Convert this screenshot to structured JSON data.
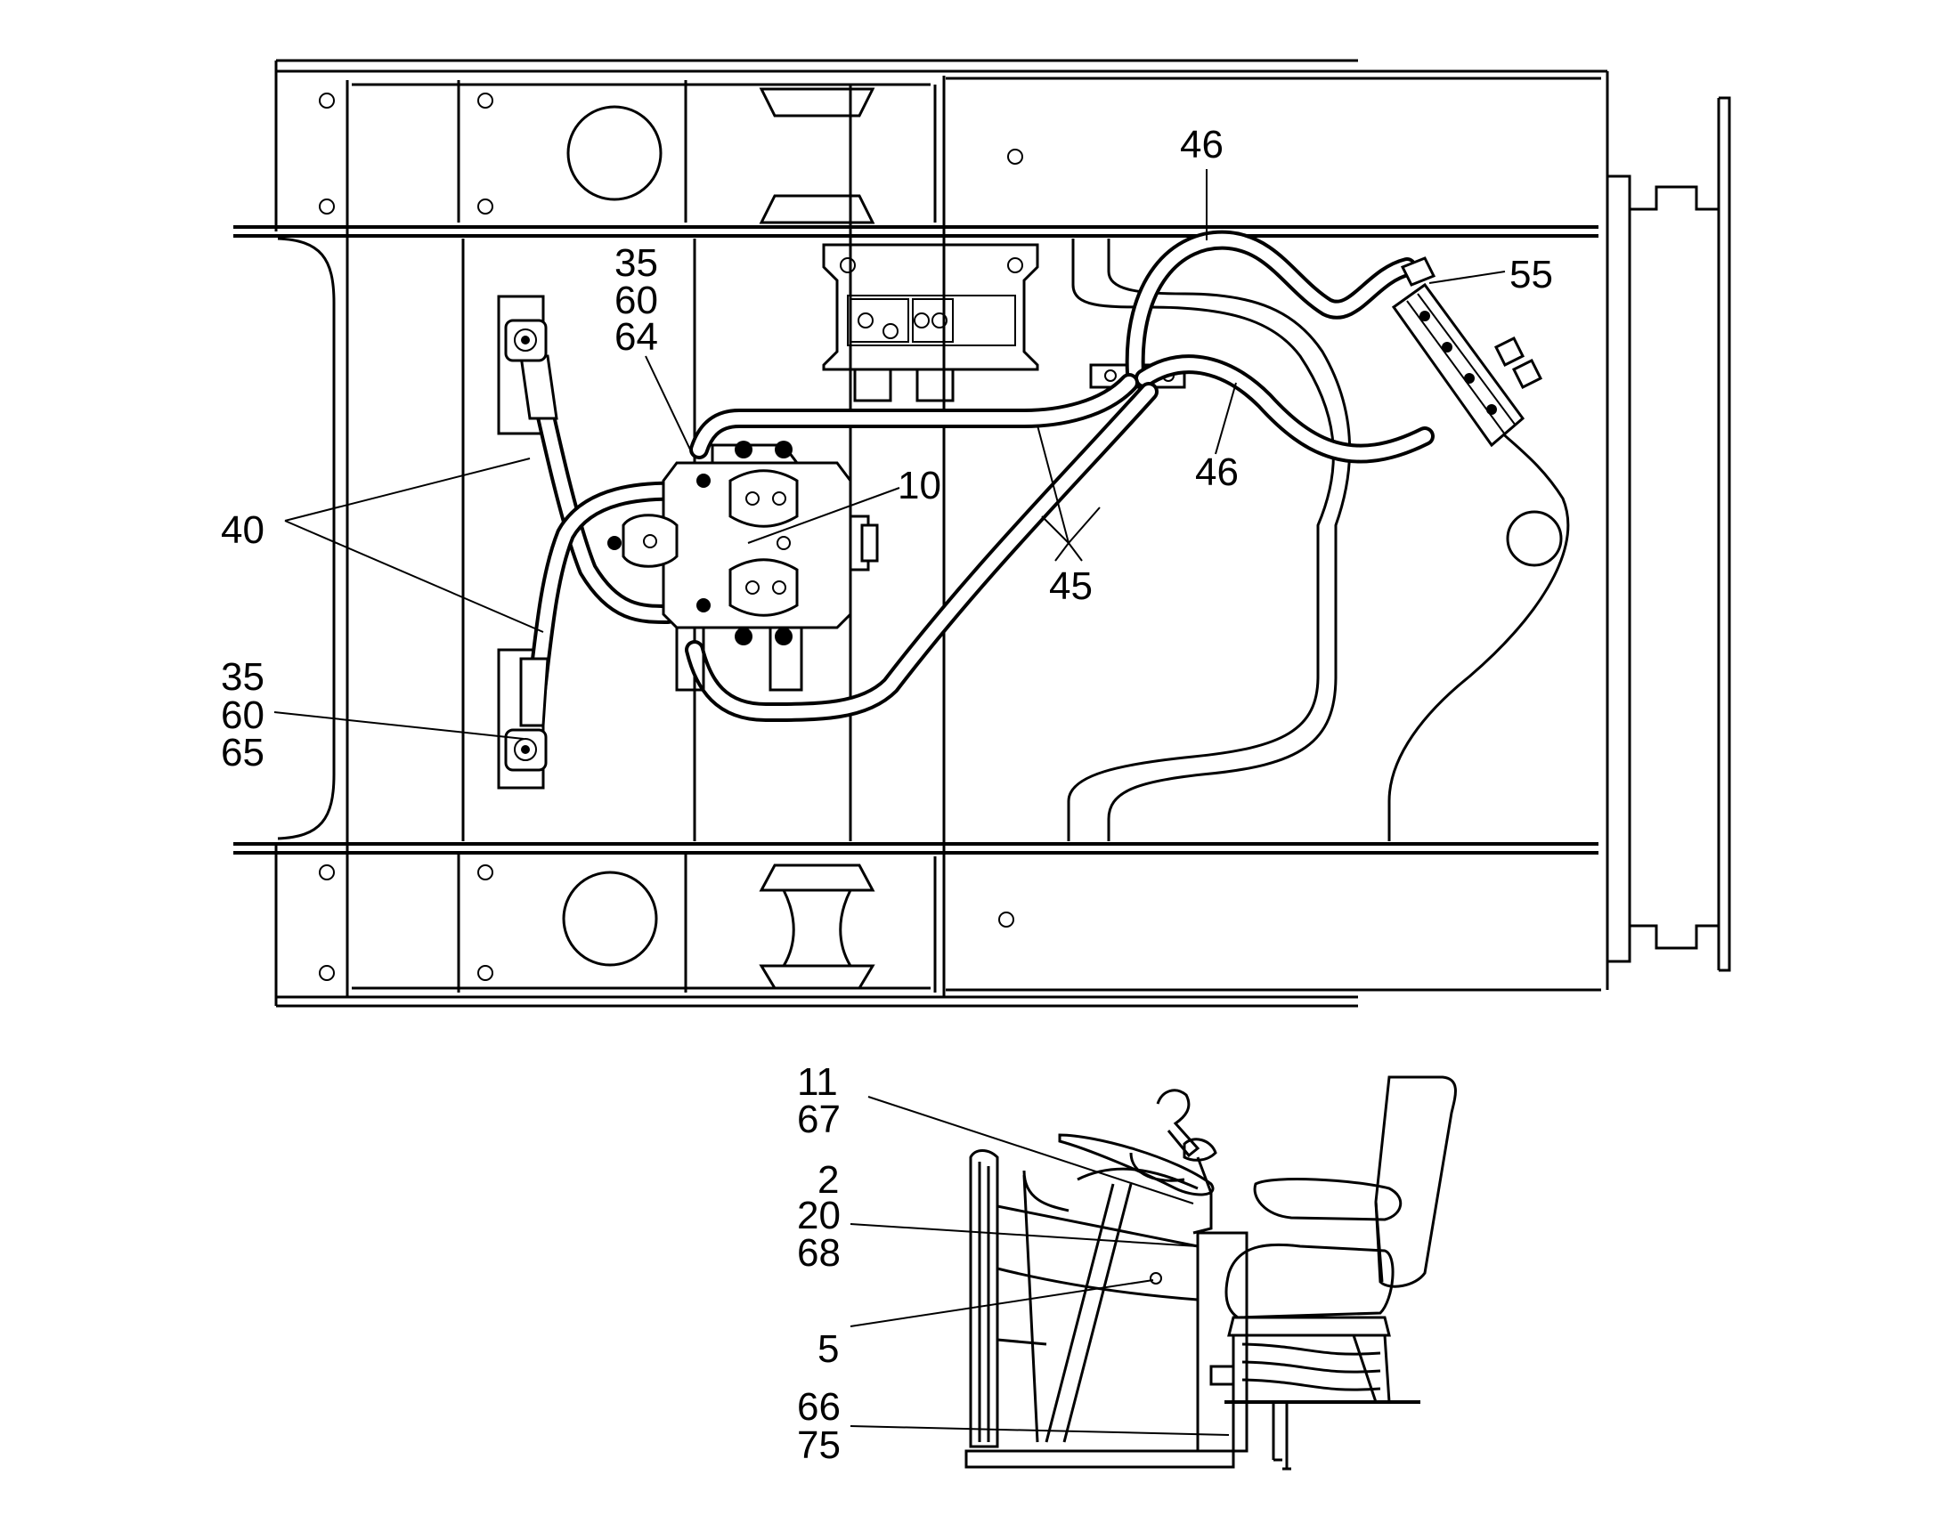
{
  "callouts": {
    "c46_top": "46",
    "c55": "55",
    "c35_a": "35",
    "c60_a": "60",
    "c64": "64",
    "c10": "10",
    "c40": "40",
    "c46_mid": "46",
    "c45": "45",
    "c35_b": "35",
    "c60_b": "60",
    "c65": "65",
    "c11": "11",
    "c67": "67",
    "c2": "2",
    "c20": "20",
    "c68": "68",
    "c5": "5",
    "c66": "66",
    "c75": "75"
  }
}
